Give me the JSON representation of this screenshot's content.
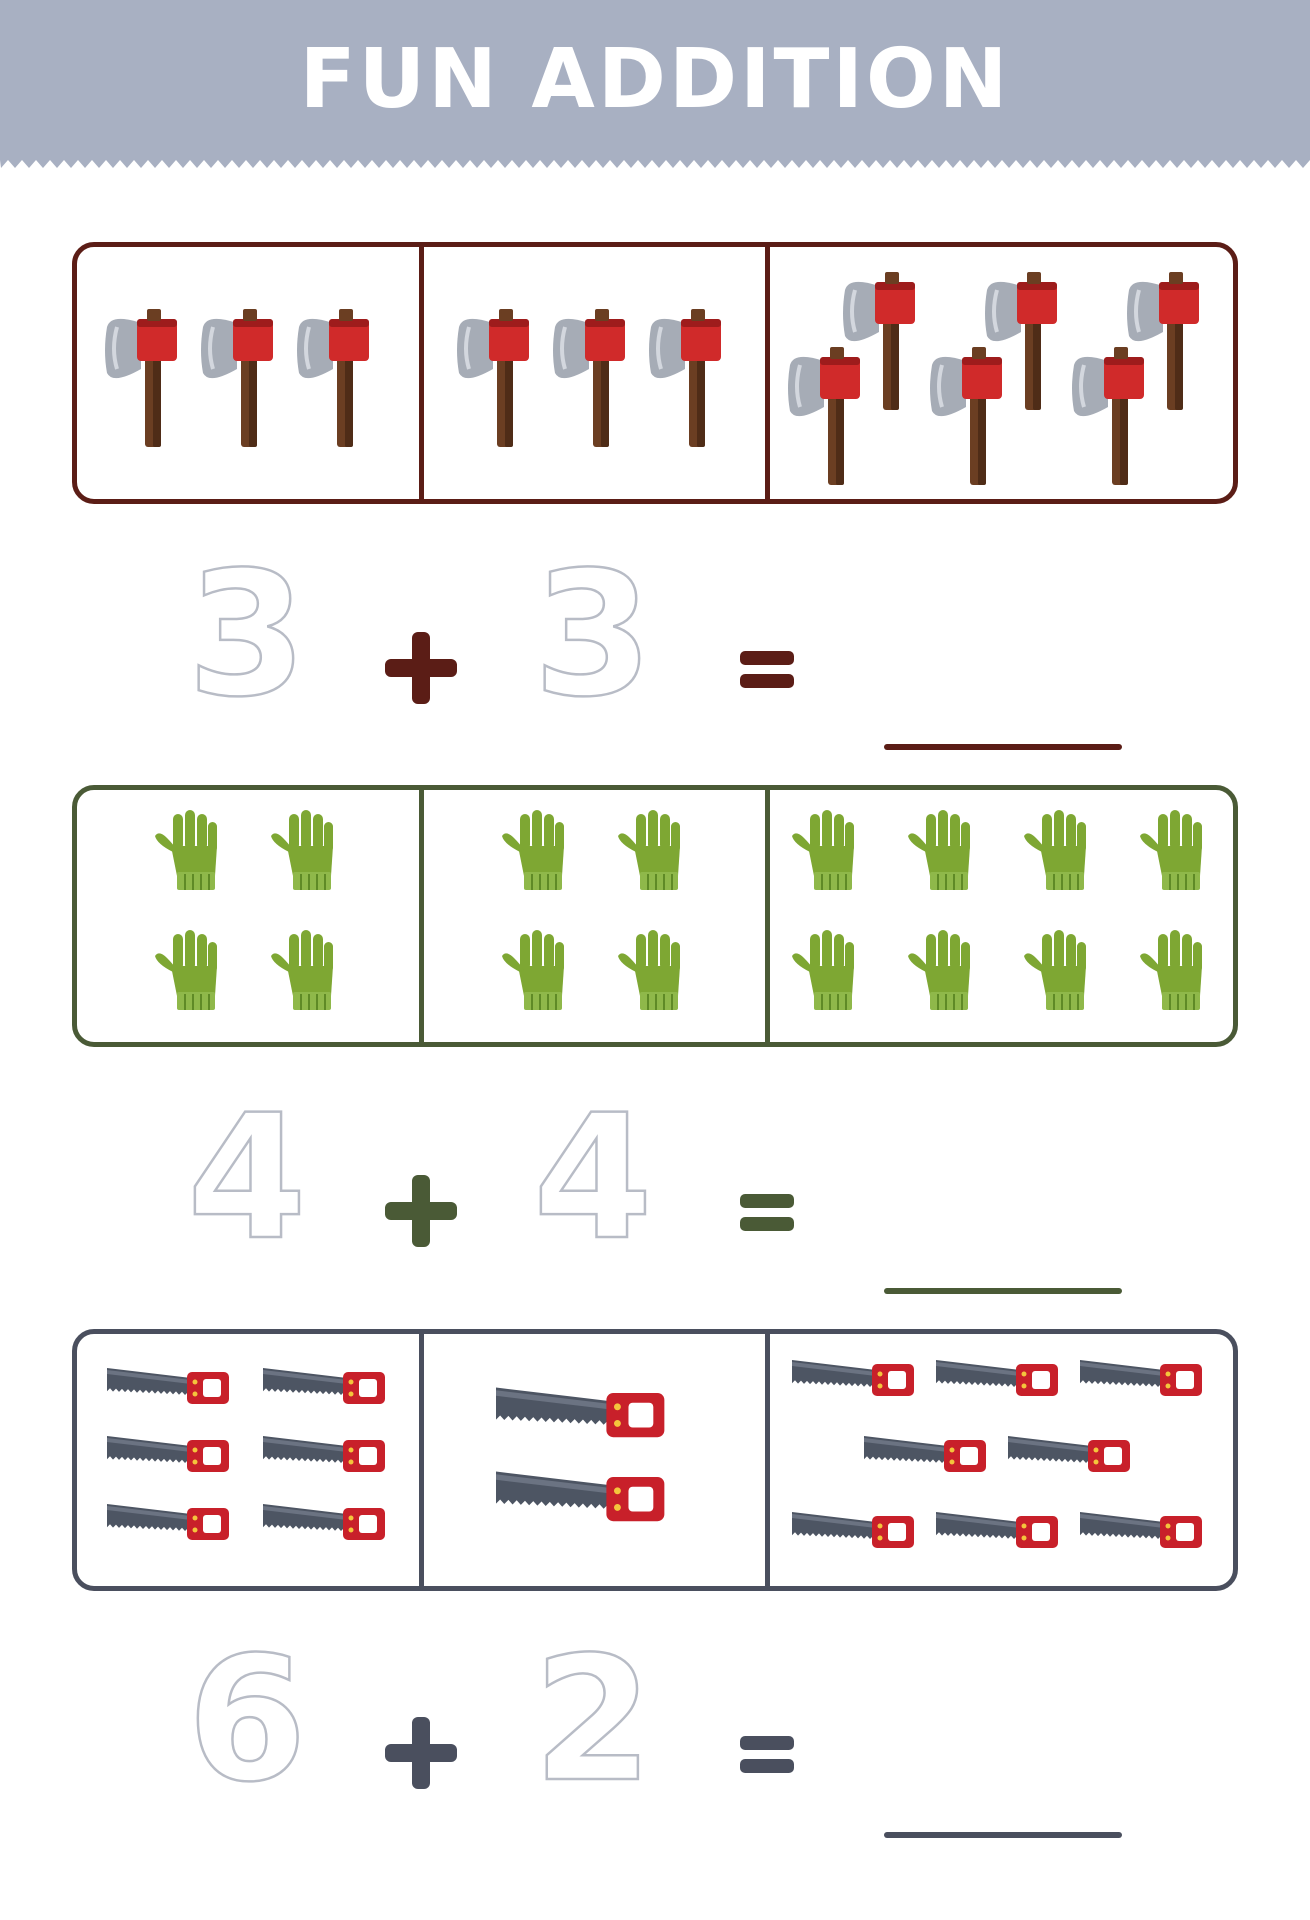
{
  "header": {
    "title": "FUN ADDITION",
    "background": "#a8b0c2"
  },
  "problems": [
    {
      "item": "axe-icon",
      "color": "#5b1d16",
      "counts": [
        3,
        3,
        6
      ],
      "addend1": "3",
      "addend2": "3",
      "plus": "+",
      "equals": "="
    },
    {
      "item": "glove-icon",
      "color": "#4a5a36",
      "counts": [
        4,
        4,
        8
      ],
      "addend1": "4",
      "addend2": "4",
      "plus": "+",
      "equals": "="
    },
    {
      "item": "saw-icon",
      "color": "#4a4f5e",
      "counts": [
        6,
        2,
        8
      ],
      "addend1": "6",
      "addend2": "2",
      "plus": "+",
      "equals": "="
    }
  ]
}
